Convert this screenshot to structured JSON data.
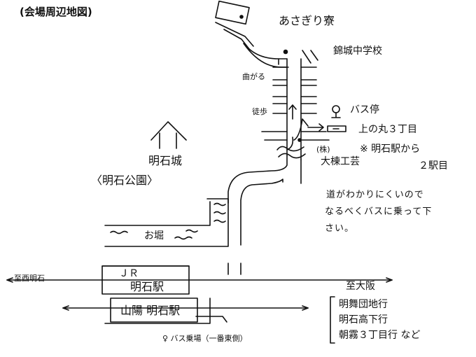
{
  "title": "(会場周辺地図)",
  "labels": {
    "venue": "あさぎり寮",
    "school": "錦城中学校",
    "turn": "曲がる",
    "walk": "徒歩",
    "bus_stop_mark": "♀",
    "bus_stop": "バス停",
    "kaminomaru": "上の丸３丁目",
    "from_akashi": "※ 明石駅から",
    "second_stop": "２駅目",
    "company": "(株)",
    "daito": "大棟工芸",
    "castle": "明石城",
    "park": "〈明石公園〉",
    "moat": "お堀",
    "jr1": "ＪＲ",
    "jr2": "明石駅",
    "sanyo": "山陽 明石駅",
    "west": "至西明石",
    "east": "至大阪",
    "terminal": "♀ バス乗場（一番東側）",
    "note_line1": "道がわかりにくいので",
    "note_line2": "なるべくバスに乗って下",
    "note_line3": "さい。",
    "bus1": "明舞団地行",
    "bus2": "明石高下行",
    "bus3": "朝霧３丁目行 など"
  }
}
